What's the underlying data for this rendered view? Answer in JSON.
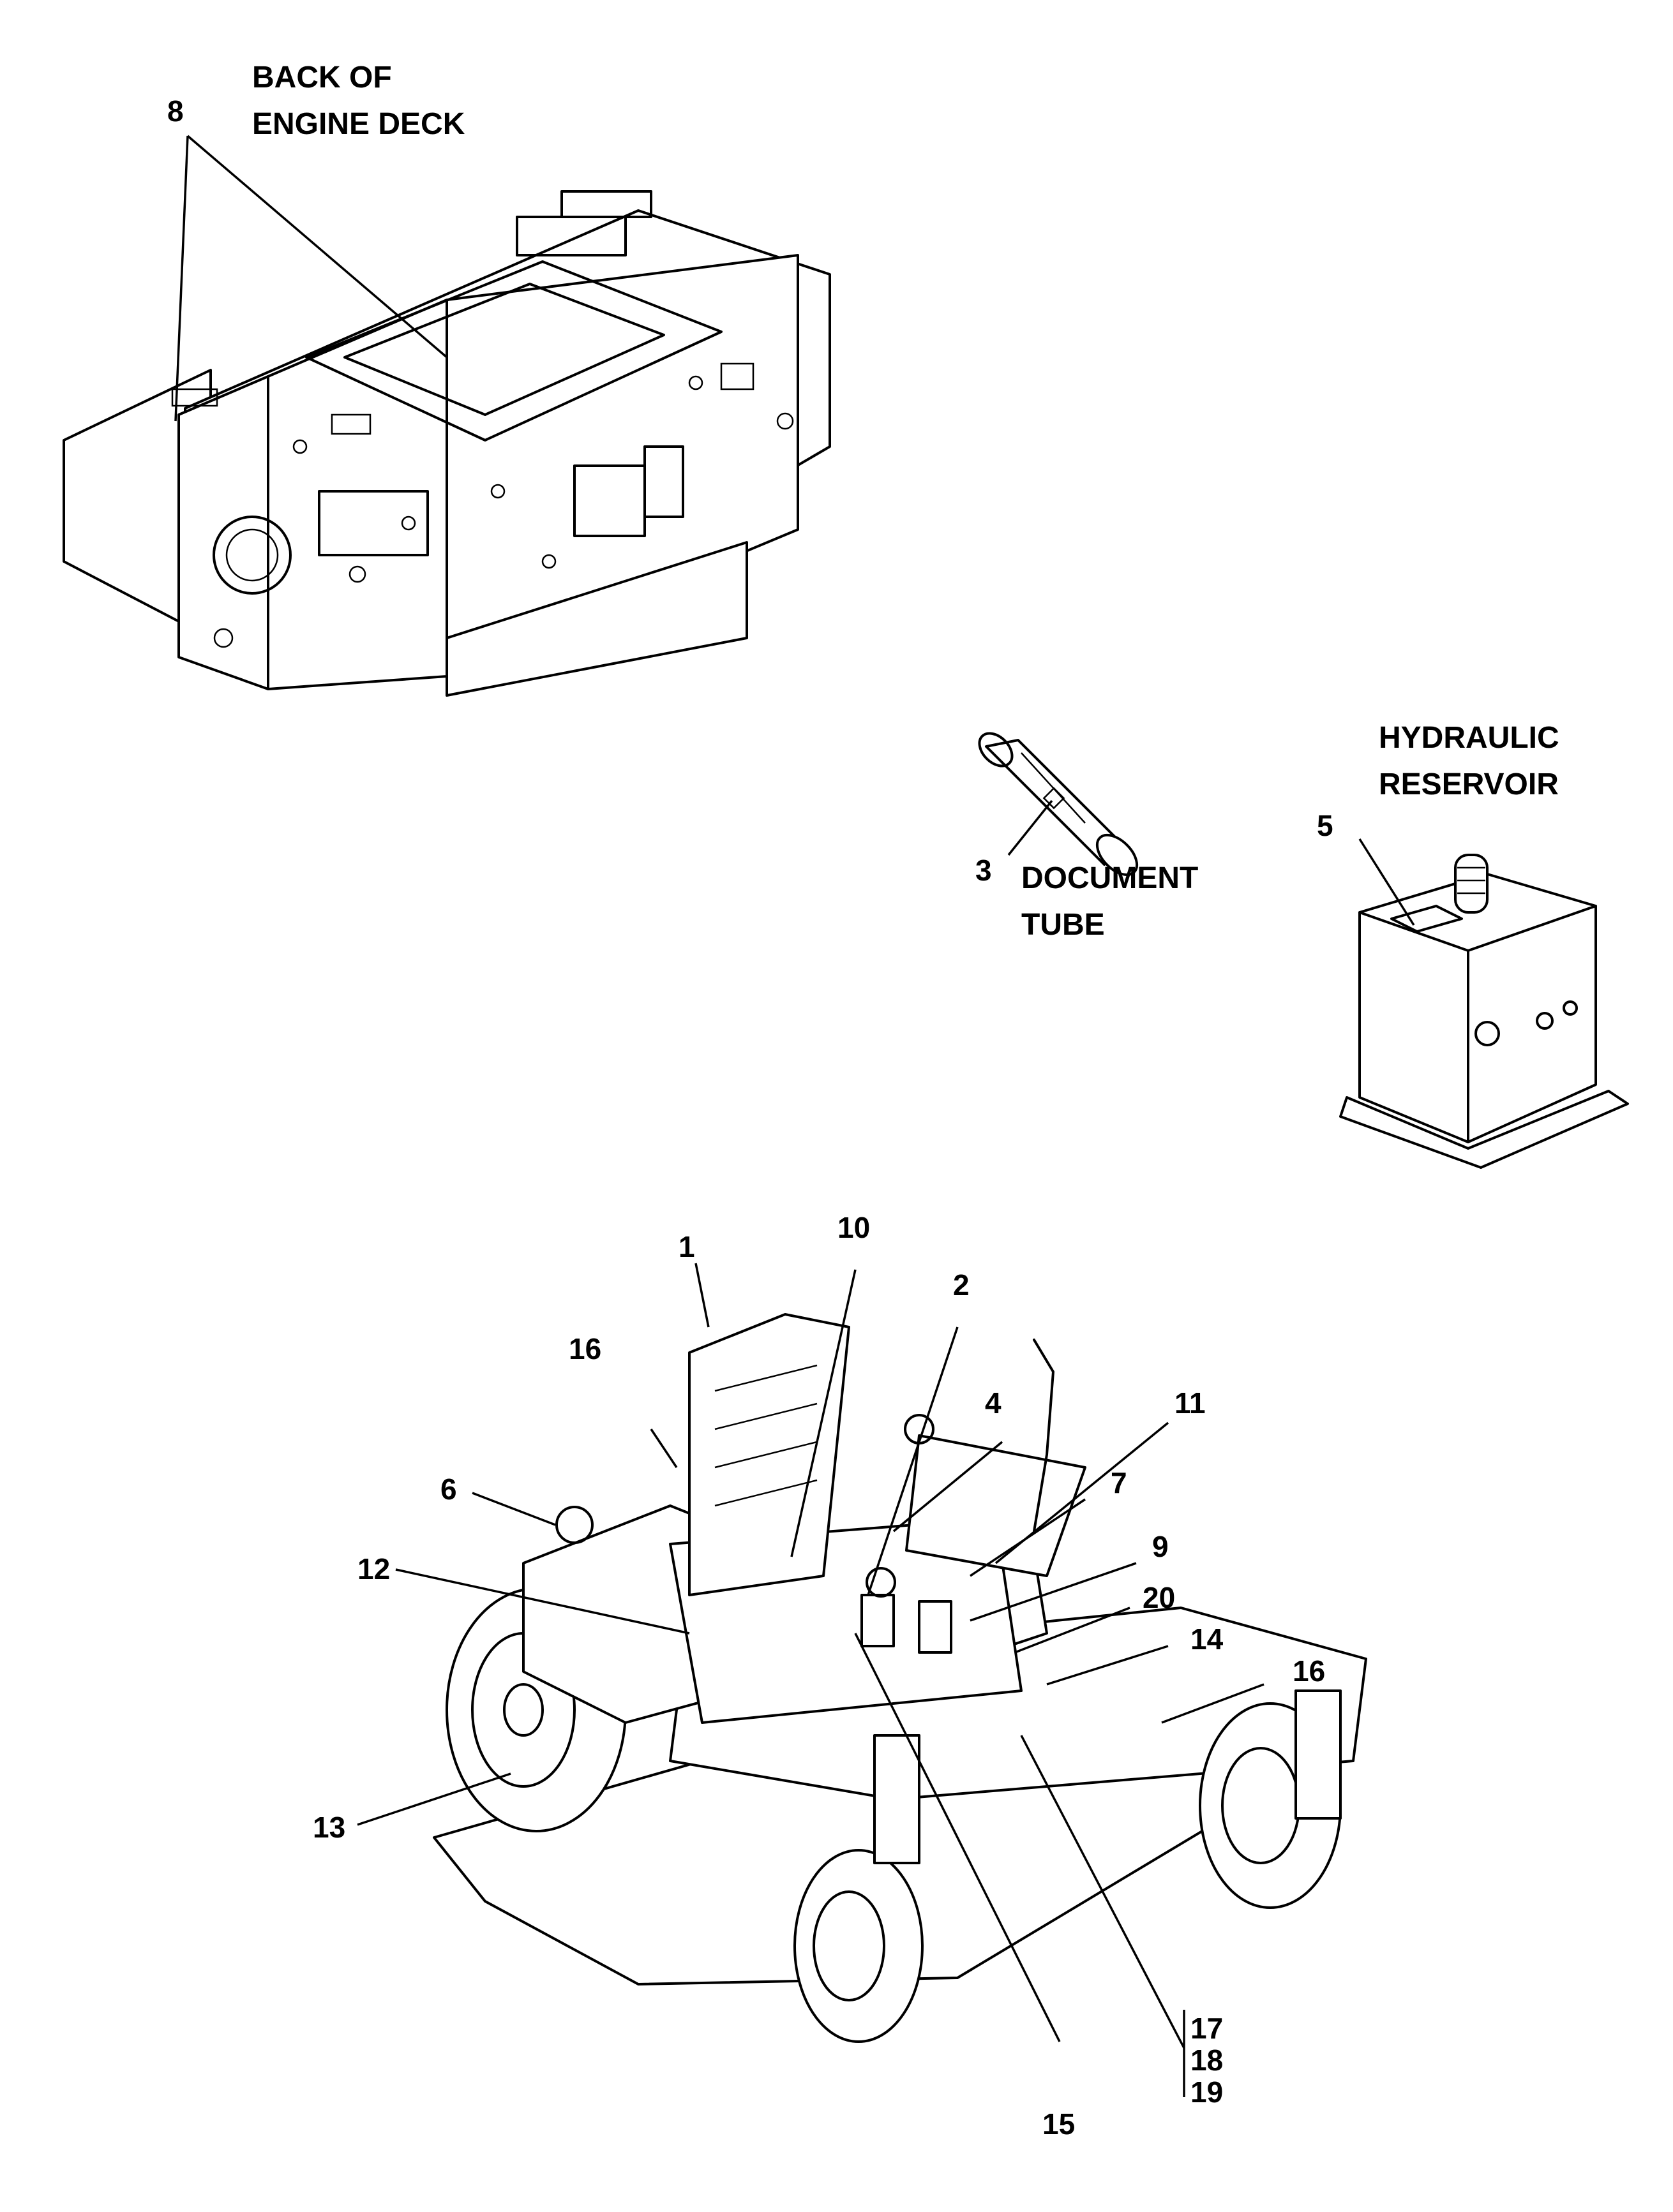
{
  "captions": {
    "engine_deck_1": "BACK OF",
    "engine_deck_2": "ENGINE DECK",
    "doc_tube_1": "DOCUMENT",
    "doc_tube_2": "TUBE",
    "reservoir_1": "HYDRAULIC",
    "reservoir_2": "RESERVOIR"
  },
  "callouts": {
    "c1": "1",
    "c2": "2",
    "c3": "3",
    "c4": "4",
    "c5": "5",
    "c6": "6",
    "c7": "7",
    "c8": "8",
    "c9": "9",
    "c10": "10",
    "c11": "11",
    "c12": "12",
    "c13": "13",
    "c14": "14",
    "c15": "15",
    "c16a": "16",
    "c16b": "16",
    "c17": "17",
    "c18": "18",
    "c19": "19",
    "c20": "20"
  },
  "colors": {
    "line": "#000000",
    "background": "#ffffff"
  }
}
